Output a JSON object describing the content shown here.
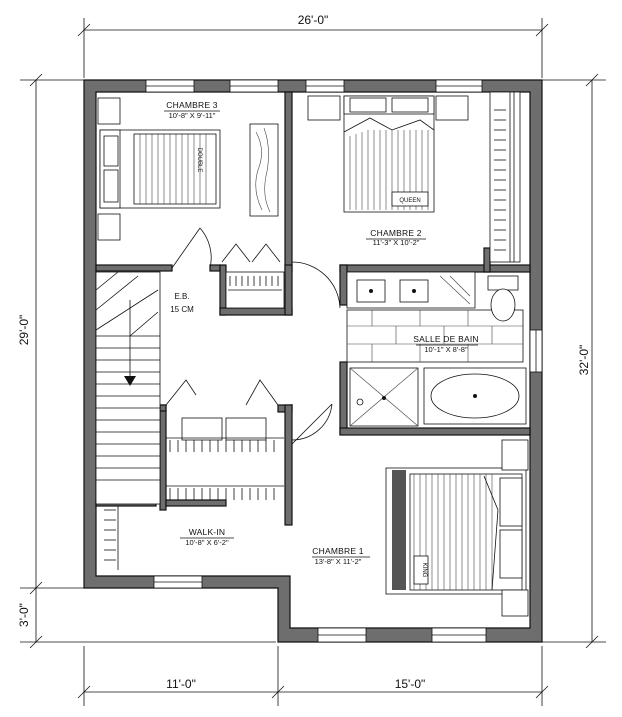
{
  "dimensions": {
    "top": "26'-0\"",
    "left": "29'-0\"",
    "right": "32'-0\"",
    "left_small": "3'-0\"",
    "bottom_left": "11'-0\"",
    "bottom_right": "15'-0\""
  },
  "rooms": {
    "chambre3": {
      "name": "CHAMBRE 3",
      "size": "10'-8\" X 9'-11\"",
      "bed": "DOUBLE"
    },
    "chambre2": {
      "name": "CHAMBRE 2",
      "size": "11'-3\" X 10'-2\"",
      "bed": "QUEEN"
    },
    "salle_de_bain": {
      "name": "SALLE DE BAIN",
      "size": "10'-1\" X 8'-8\""
    },
    "walk_in": {
      "name": "WALK-IN",
      "size": "10'-8\" X 6'-2\""
    },
    "chambre1": {
      "name": "CHAMBRE 1",
      "size": "13'-8\" X 11'-2\"",
      "bed": "KING"
    }
  },
  "notes": {
    "eb_line1": "E.B.",
    "eb_line2": "15 CM"
  }
}
